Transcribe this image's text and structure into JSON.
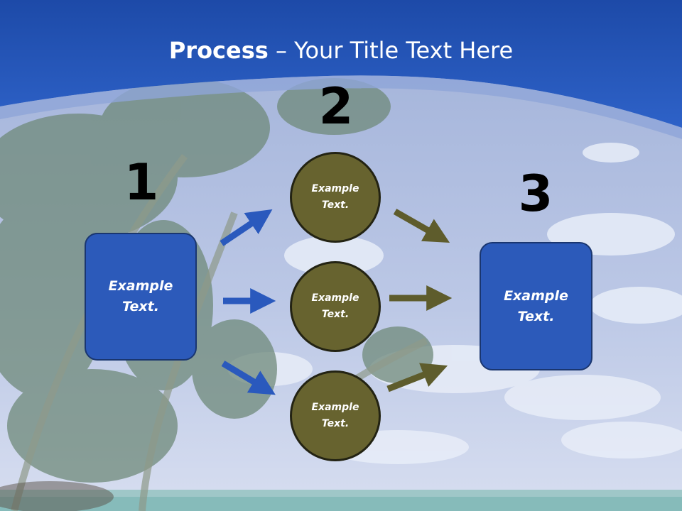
{
  "slide": {
    "title_bold": "Process",
    "title_rest": " – Your Title Text Here",
    "steps": [
      "1",
      "2",
      "3"
    ],
    "left_box": {
      "line1": "Example",
      "line2": "Text."
    },
    "right_box": {
      "line1": "Example",
      "line2": "Text."
    },
    "circles": [
      {
        "line1": "Example",
        "line2": "Text."
      },
      {
        "line1": "Example",
        "line2": "Text."
      },
      {
        "line1": "Example",
        "line2": "Text."
      }
    ]
  },
  "colors": {
    "header_blue": "#2b5bbd",
    "box_blue": "#2c5aba",
    "circle_olive": "#67632f",
    "arrow_blue": "#2a59bd",
    "arrow_olive": "#5e5c2c"
  }
}
